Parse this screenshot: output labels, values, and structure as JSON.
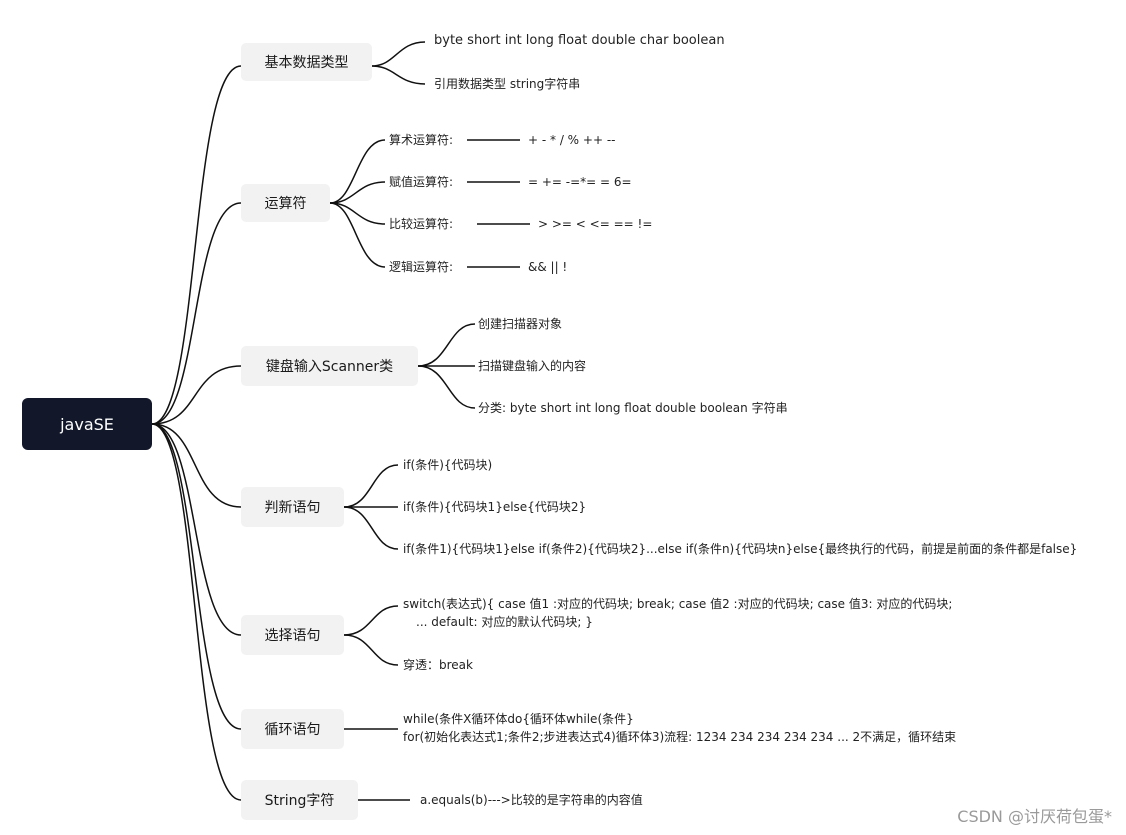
{
  "root": "javaSE",
  "branches": {
    "b1": {
      "label": "基本数据类型",
      "l1": "byte  short int long float double char boolean",
      "l2": "引用数据类型 string字符串"
    },
    "b2": {
      "label": "运算符",
      "l1": "算术运算符:",
      "v1": "+ - *  / % ++ --",
      "l2": "赋值运算符:",
      "v2": "= += -=*= = 6=",
      "l3": "比较运算符:",
      "v3": ">  >= < <= == !=",
      "l4": "逻辑运算符:",
      "v4": "&& || !"
    },
    "b3": {
      "label": "键盘输入Scanner类",
      "l1": "创建扫描器对象",
      "l2": "扫描键盘输入的内容",
      "l3": "分类: byte short int long float double boolean 字符串"
    },
    "b4": {
      "label": "判新语句",
      "l1": "if(条件){代码块)",
      "l2": "if(条件){代码块1}else{代码块2}",
      "l3": "if(条件1){代码块1}else if(条件2){代码块2}...else if(条件n){代码块n}else{最终执行的代码，前提是前面的条件都是false}"
    },
    "b5": {
      "label": "选择语句",
      "l1a": "switch(表达式){     case 值1 :对应的代码块; break;    case 值2 :对应的代码块;     case 值3: 对应的代码块;",
      "l1b": "...      default: 对应的默认代码块;  }",
      "l2": "穿透：break"
    },
    "b6": {
      "label": "循环语句",
      "l1a": "while(条件X循环体do{循环体while(条件}",
      "l1b": "for(初始化表达式1;条件2;步进表达式4)循环体3)流程: 1234 234 234 234 234 ... 2不满足，循环结束"
    },
    "b7": {
      "label": "String字符",
      "l1": "a.equals(b)--->比较的是字符串的内容值"
    }
  },
  "watermark": "CSDN @讨厌荷包蛋*"
}
